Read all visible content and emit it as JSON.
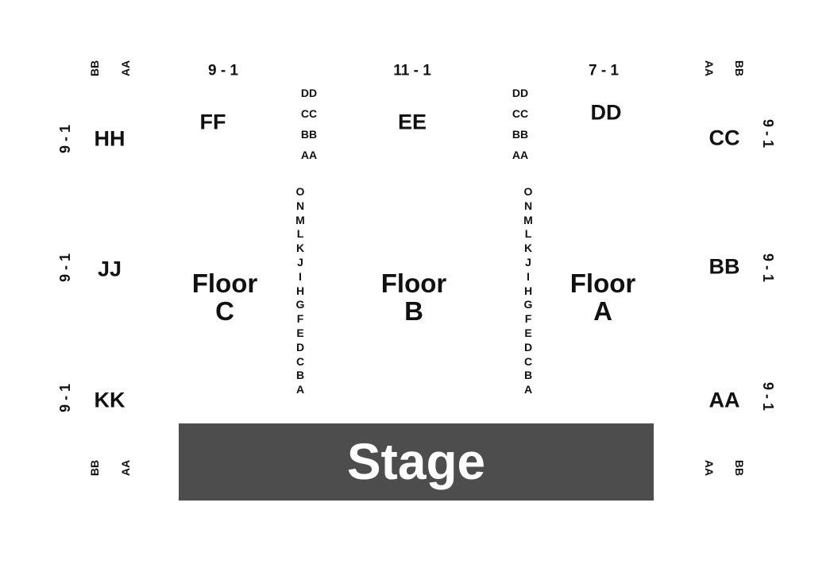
{
  "stage": {
    "label": "Stage"
  },
  "floors": [
    {
      "name": "Floor",
      "letter": "C"
    },
    {
      "name": "Floor",
      "letter": "B"
    },
    {
      "name": "Floor",
      "letter": "A"
    }
  ],
  "top_ranges": [
    "9 - 1",
    "11 - 1",
    "7 - 1"
  ],
  "top_sections": [
    "FF",
    "EE",
    "DD"
  ],
  "left_sections": [
    "HH",
    "JJ",
    "KK"
  ],
  "right_sections": [
    "CC",
    "BB",
    "AA"
  ],
  "side_range": "9 - 1",
  "side_rows": {
    "bb": "BB",
    "aa": "AA"
  },
  "aisle_balcony_rows": [
    "DD",
    "CC",
    "BB",
    "AA"
  ],
  "aisle_floor_rows": [
    "O",
    "N",
    "M",
    "L",
    "K",
    "J",
    "I",
    "H",
    "G",
    "F",
    "E",
    "D",
    "C",
    "B",
    "A"
  ],
  "colors": {
    "stage_fill": "#4d4d4d",
    "stage_text": "#ffffff",
    "text": "#111111"
  }
}
